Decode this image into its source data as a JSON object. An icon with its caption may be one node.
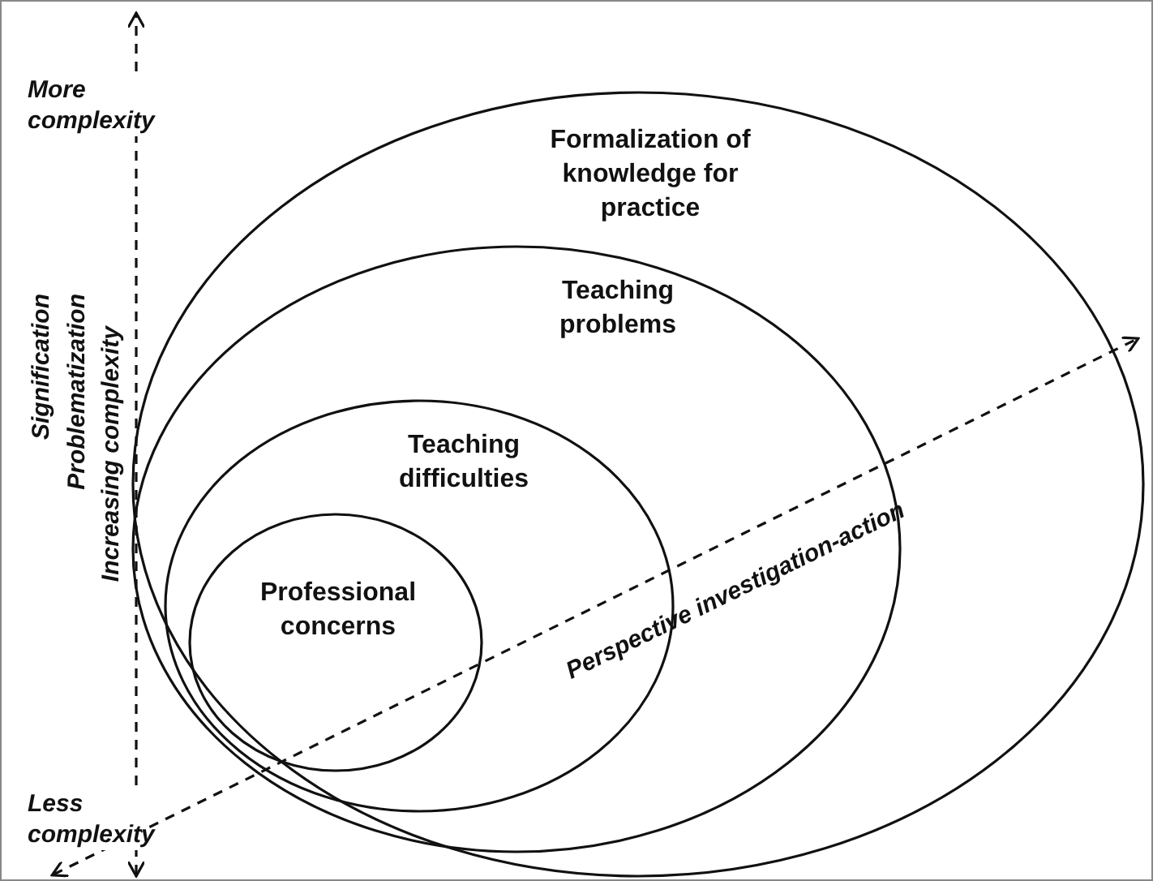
{
  "diagram": {
    "nodes": [
      {
        "text": [
          "Formalization of knowledge for practice"
        ]
      },
      {
        "text": [
          "Teaching problems"
        ],
        "in": 0
      },
      {
        "text": [
          "Teaching difficulties"
        ],
        "in": 1
      },
      {
        "text": [
          "Professional concerns"
        ],
        "in": 2
      }
    ],
    "edges": [],
    "labels": [
      "More complexity",
      "Signification",
      "Problematization",
      "Increasing complexity",
      "Perspective investigation-action",
      "Less complexity"
    ]
  }
}
